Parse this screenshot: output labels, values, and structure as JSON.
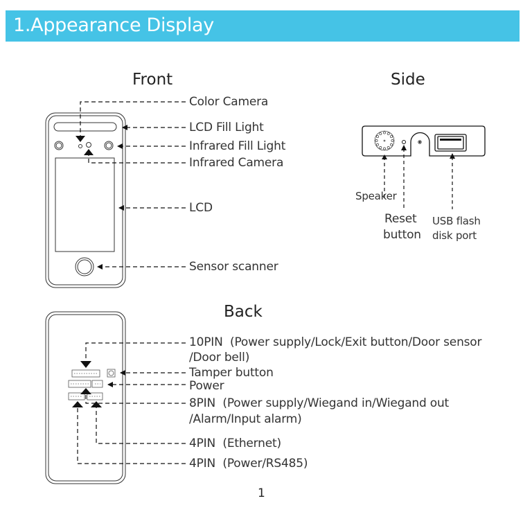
{
  "section": {
    "title": "1.Appearance Display",
    "banner_color": "#45C3E6"
  },
  "front": {
    "heading": "Front",
    "labels": {
      "color_camera": "Color Camera",
      "lcd_fill_light": "LCD Fill Light",
      "infrared_fill_light": "Infrared Fill Light",
      "infrared_camera": "Infrared Camera",
      "lcd": "LCD",
      "sensor_scanner": "Sensor scanner"
    }
  },
  "side": {
    "heading": "Side",
    "labels": {
      "speaker": "Speaker",
      "reset_line1": "Reset",
      "reset_line2": "button",
      "usb_line1": "USB flash",
      "usb_line2": "disk port"
    }
  },
  "back": {
    "heading": "Back",
    "labels": {
      "pin10_line1": "10PIN  (Power supply/Lock/Exit button/Door sensor",
      "pin10_line2": "/Door bell)",
      "tamper": "Tamper button",
      "power": "Power",
      "pin8_line1": "8PIN  (Power supply/Wiegand in/Wiegand out",
      "pin8_line2": "/Alarm/Input alarm)",
      "pin4_ethernet": "4PIN  (Ethernet)",
      "pin4_power": "4PIN  (Power/RS485)"
    }
  },
  "page_number": "1"
}
